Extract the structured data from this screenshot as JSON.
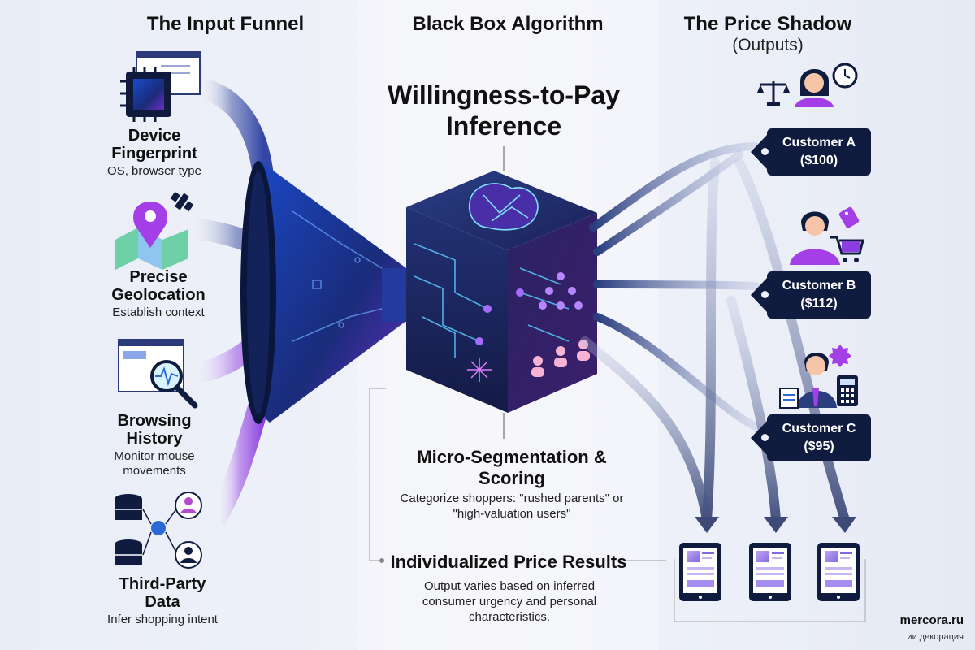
{
  "columns": {
    "left": {
      "title": "The Input Funnel"
    },
    "center": {
      "title": "Black Box Algorithm"
    },
    "right": {
      "title": "The Price Shadow",
      "subtitle": "(Outputs)"
    }
  },
  "inputs": [
    {
      "title": "Device Fingerprint",
      "subtitle": "OS, browser type",
      "icon": "cpu-icon"
    },
    {
      "title": "Precise Geolocation",
      "subtitle": "Establish context",
      "icon": "map-pin-icon"
    },
    {
      "title": "Browsing History",
      "subtitle": "Monitor mouse movements",
      "icon": "magnifier-icon"
    },
    {
      "title": "Third-Party Data",
      "subtitle": "Infer shopping intent",
      "icon": "database-icon"
    }
  ],
  "center": {
    "wtp_title": "Willingness-to-Pay Inference",
    "segmentation_title": "Micro-Segmentation & Scoring",
    "segmentation_text": "Categorize shoppers: \"rushed parents\" or \"high-valuation users\"",
    "results_title": "Individualized Price Results",
    "results_text": "Output varies based on inferred consumer urgency and personal characteristics."
  },
  "customers": [
    {
      "name": "Customer A",
      "price": "($100)",
      "icon": "scales-person-clock-icon"
    },
    {
      "name": "Customer B",
      "price": "($112)",
      "icon": "person-cart-icon"
    },
    {
      "name": "Customer C",
      "price": "($95)",
      "icon": "person-calculator-icon"
    }
  ],
  "watermark": {
    "site": "mercora.ru",
    "caption": "ии декорация"
  },
  "colors": {
    "navy": "#0f1c3f",
    "purple": "#7b3fe4",
    "blue": "#2f56c8",
    "teal": "#3fc1e0"
  }
}
